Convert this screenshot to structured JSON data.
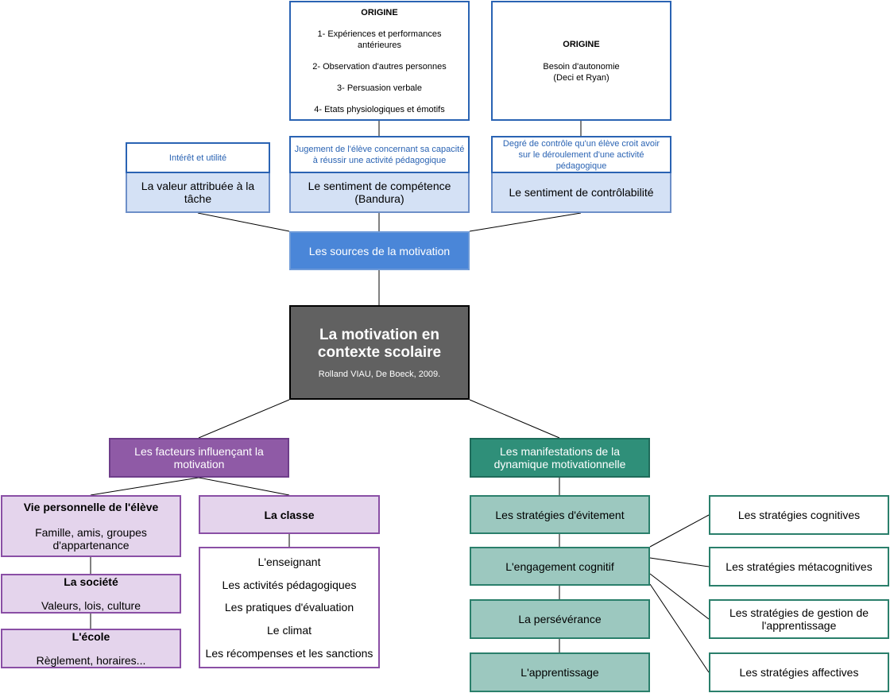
{
  "origin_left": {
    "heading": "ORIGINE",
    "items": [
      "1- Expériences et performances antérieures",
      "2- Observation d'autres personnes",
      "3- Persuasion verbale",
      "4- Etats physiologiques et émotifs"
    ]
  },
  "origin_right": {
    "heading": "ORIGINE",
    "line1": "Besoin d'autonomie",
    "line2": "(Deci et Ryan)"
  },
  "definitions": {
    "valeur": "Intérêt et utilité",
    "competence": "Jugement de l'élève concernant sa capacité à réussir une activité pédagogique",
    "controlabilite": "Degré de contrôle qu'un élève croit avoir sur le déroulement d'une activité pédagogique"
  },
  "sources": {
    "valeur": "La valeur attribuée à la tâche",
    "competence": "Le sentiment de compétence (Bandura)",
    "controlabilite": "Le sentiment de contrôlabilité",
    "title": "Les sources de la motivation"
  },
  "center": {
    "title": "La motivation en contexte scolaire",
    "reference": "Rolland VIAU, De Boeck, 2009."
  },
  "facteurs": {
    "title": "Les facteurs influençant la motivation",
    "vie": {
      "heading": "Vie personnelle de l'élève",
      "detail": "Famille, amis, groupes d'appartenance"
    },
    "societe": {
      "heading": "La société",
      "detail": "Valeurs, lois, culture"
    },
    "ecole": {
      "heading": "L'école",
      "detail": "Règlement, horaires..."
    },
    "classe": {
      "heading": "La classe",
      "items": [
        "L'enseignant",
        "Les activités pédagogiques",
        "Les pratiques d'évaluation",
        "Le climat",
        "Les récompenses et les sanctions"
      ]
    }
  },
  "manifestations": {
    "title": "Les manifestations de la dynamique motivationnelle",
    "evitement": "Les stratégies d'évitement",
    "engagement": "L'engagement cognitif",
    "perseverance": "La persévérance",
    "apprentissage": "L'apprentissage"
  },
  "strategies": {
    "cognitives": "Les stratégies cognitives",
    "metacognitives": "Les stratégies métacognitives",
    "gestion": "Les stratégies de gestion de l'apprentissage",
    "affectives": "Les stratégies affectives"
  },
  "colors": {
    "blue": "#4a86d8",
    "purple": "#8f5aa6",
    "teal": "#2f8f79",
    "dark": "#616161"
  }
}
